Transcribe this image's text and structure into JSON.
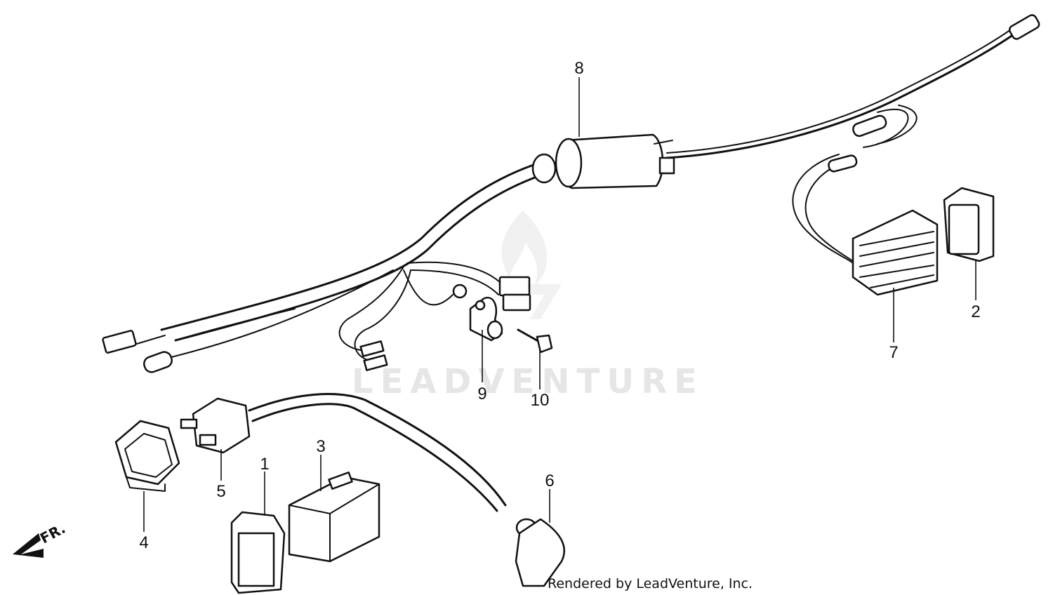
{
  "watermark": "LEADVENTURE",
  "credit": "Rendered by LeadVenture, Inc.",
  "direction_label": "FR.",
  "callouts": [
    {
      "id": "1",
      "label": "1"
    },
    {
      "id": "2",
      "label": "2"
    },
    {
      "id": "3",
      "label": "3"
    },
    {
      "id": "4",
      "label": "4"
    },
    {
      "id": "5",
      "label": "5"
    },
    {
      "id": "6",
      "label": "6"
    },
    {
      "id": "7",
      "label": "7"
    },
    {
      "id": "8",
      "label": "8"
    },
    {
      "id": "9",
      "label": "9"
    },
    {
      "id": "10",
      "label": "10"
    }
  ]
}
